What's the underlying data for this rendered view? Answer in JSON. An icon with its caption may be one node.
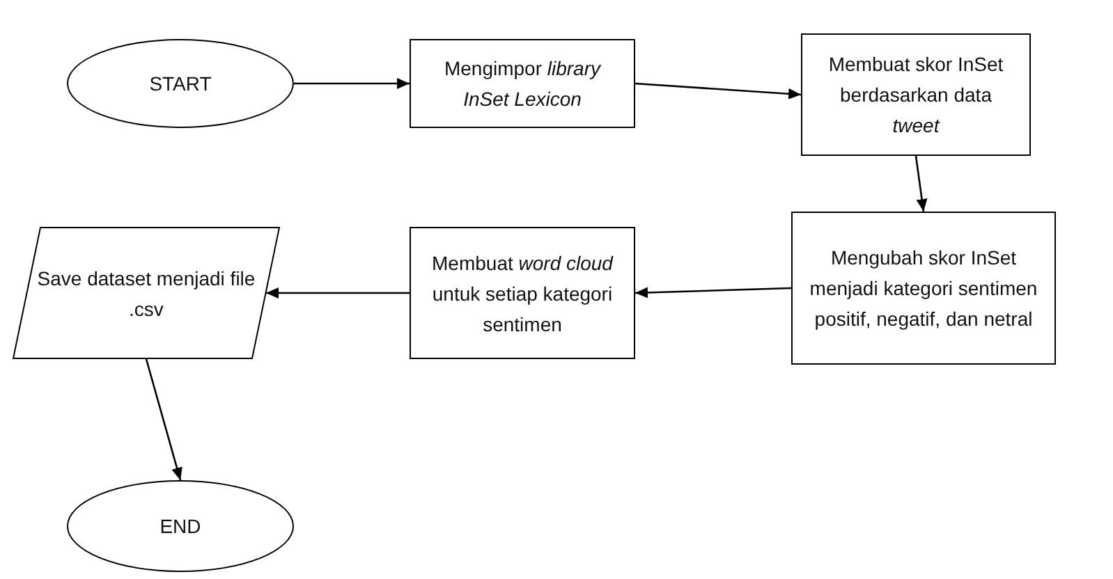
{
  "diagram": {
    "nodes": [
      {
        "text": [
          "START"
        ]
      },
      {
        "text": [
          "Mengimpor *library InSet Lexicon*"
        ]
      },
      {
        "text": [
          "Membuat skor InSet berdasarkan data *tweet*"
        ]
      },
      {
        "text": [
          "Mengubah skor InSet menjadi kategori sentimen positif, negatif, dan netral"
        ]
      },
      {
        "text": [
          "Membuat *word cloud* untuk setiap kategori sentimen"
        ]
      },
      {
        "text": [
          "Save dataset menjadi file .csv"
        ]
      },
      {
        "text": [
          "END"
        ]
      }
    ],
    "edges": [
      {
        "from": 0,
        "to": 1,
        "arrow": "to"
      },
      {
        "from": 1,
        "to": 2,
        "arrow": "to"
      },
      {
        "from": 2,
        "to": 3,
        "arrow": "to"
      },
      {
        "from": 3,
        "to": 4,
        "arrow": "to"
      },
      {
        "from": 4,
        "to": 5,
        "arrow": "to"
      },
      {
        "from": 5,
        "to": 6,
        "arrow": "to"
      }
    ]
  }
}
